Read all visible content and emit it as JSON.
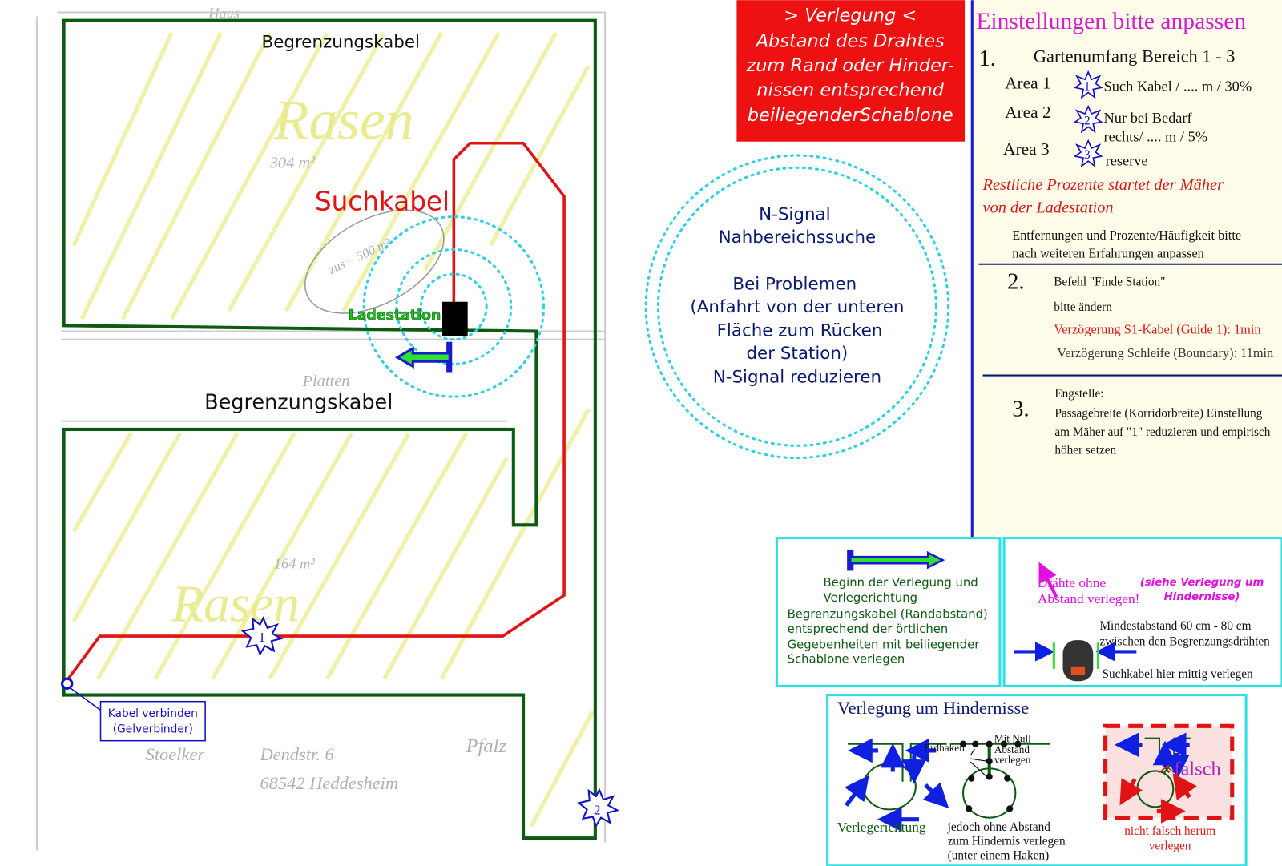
{
  "plan": {
    "boundary_label_top": "Begrenzungskabel",
    "boundary_label_bottom": "Begrenzungskabel",
    "guide_label": "Suchkabel",
    "station_label": "Ladestation",
    "connector_label": [
      "Kabel verbinden",
      "(Gelverbinder)"
    ],
    "sketch_notes": [
      "Haus",
      "Rasen",
      "304 m²",
      "zus ~ 500 m²",
      "Platten",
      "Rasen",
      "164 m²",
      "Stoelker",
      "Dendstr. 6",
      "68542 Heddesheim",
      "Pfalz"
    ],
    "stars": [
      "1",
      "2"
    ]
  },
  "red_box": {
    "lines": [
      "> Verlegung <",
      "Abstand des Drahtes",
      "zum Rand oder Hinder-",
      "nissen entsprechend",
      "beiliegenderSchablone"
    ]
  },
  "nsignal": {
    "lines": [
      "N-Signal",
      "Nahbereichssuche",
      "",
      "Bei Problemen",
      "(Anfahrt von der unteren",
      "Fläche zum Rücken",
      "der Station)",
      "N-Signal reduzieren"
    ]
  },
  "settings": {
    "title": "Einstellungen bitte anpassen",
    "s1": {
      "num": "1.",
      "heading": "Gartenumfang Bereich 1 - 3",
      "areas": [
        {
          "label": "Area 1",
          "star": "1",
          "text": "Such Kabel / .... m / 30%"
        },
        {
          "label": "Area 2",
          "star": "2",
          "text": "Nur bei Bedarf",
          "text2": "rechts/ .... m / 5%"
        },
        {
          "label": "Area 3",
          "star": "3",
          "text": "reserve"
        }
      ],
      "note_red": [
        "Restliche Prozente  startet der Mäher",
        "von der Ladestation"
      ],
      "note": [
        "Entfernungen und Prozente/Häufigkeit bitte",
        "nach weiteren Erfahrungen anpassen"
      ]
    },
    "s2": {
      "num": "2.",
      "lines": [
        "Befehl \"Finde Station\"",
        "bitte ändern"
      ],
      "red": "Verzögerung S1-Kabel (Guide 1): 1min",
      "last": "Verzögerung Schleife (Boundary): 11min"
    },
    "s3": {
      "num": "3.",
      "lines": [
        "Engstelle:",
        "Passagebreite (Korridorbreite) Einstellung",
        "am Mäher auf \"1\" reduzieren und empirisch",
        "höher setzen"
      ]
    }
  },
  "legend_start": {
    "lines": [
      "Beginn der Verlegung und",
      "Verlegerichtung",
      "Begrenzungskabel (Randabstand)",
      "entsprechend der örtlichen",
      "Gegebenheiten mit beiliegender",
      "Schablone verlegen"
    ]
  },
  "legend_corridor": {
    "magenta": [
      "Drähte ohne",
      "Abstand verlegen!"
    ],
    "see": [
      "(siehe Verlegung um",
      "Hindernisse)"
    ],
    "min": [
      "Mindestabstand 60 cm - 80 cm",
      "zwischen den Begrenzungsdrähten"
    ],
    "center": "Suchkabel hier mittig verlegen"
  },
  "obstacles": {
    "title": "Verlegung um Hindernisse",
    "direction": "Verlegerichtung",
    "erdhaken": "Erdhaken",
    "null": [
      "Mit Null",
      "Abstand",
      "verlegen"
    ],
    "no_gap": [
      "jedoch ohne Abstand",
      "zum Hindernis verlegen",
      "(unter einem Haken)"
    ],
    "wrong": "falsch",
    "wrong_note": [
      "nicht falsch herum",
      "verlegen"
    ]
  },
  "colors": {
    "boundary": "#0d5a12",
    "guide": "#e01414",
    "nsignal": "#30d0e0",
    "panel_bg": "#fffdea",
    "title": "#d020d0",
    "red_box": "#ee1111",
    "navy": "#0a1a70"
  }
}
